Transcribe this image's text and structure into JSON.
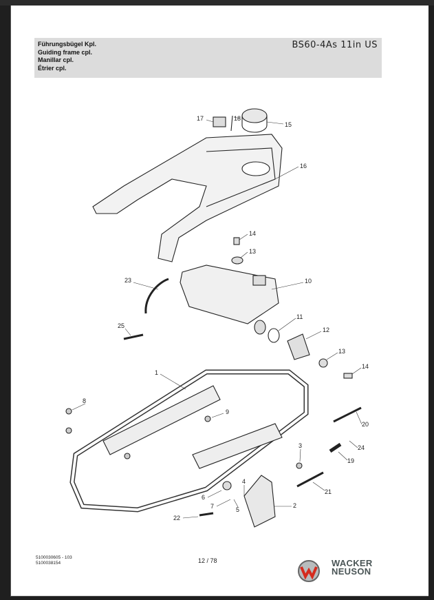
{
  "header": {
    "titles": [
      "Führungsbügel Kpl.",
      "Guiding frame cpl.",
      "Manillar cpl.",
      "Étrier cpl."
    ],
    "model": "BS60-4As 11in US"
  },
  "diagram": {
    "callouts": [
      "17",
      "18",
      "15",
      "16",
      "14",
      "13",
      "23",
      "10",
      "11",
      "12",
      "25",
      "13",
      "14",
      "1",
      "8",
      "9",
      "20",
      "24",
      "3",
      "19",
      "4",
      "6",
      "7",
      "5",
      "21",
      "2",
      "22"
    ]
  },
  "footer": {
    "doc_numbers": [
      "5100030605 - 103",
      "5100038154"
    ],
    "page": "12 / 78",
    "brand_lines": [
      "WACKER",
      "NEUSON"
    ]
  },
  "colors": {
    "brand_red": "#d52b1e",
    "brand_gray": "#4a5556"
  }
}
